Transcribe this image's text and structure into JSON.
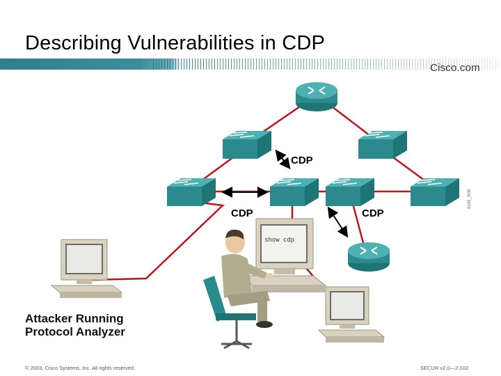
{
  "slide": {
    "title": "Describing Vulnerabilities in CDP",
    "brand": "Cisco.com",
    "footer_left": "© 2003, Cisco Systems, Inc. All rights reserved.",
    "footer_right": "SECUR v2.0—2-102"
  },
  "diagram": {
    "labels": {
      "cdp_top": "CDP",
      "cdp_left": "CDP",
      "cdp_right": "CDP",
      "screen_text": "show cdp",
      "attacker_line1": "Attacker Running",
      "attacker_line2": "Protocol Analyzer",
      "figure_id": "9105_3/06"
    },
    "colors": {
      "device_teal": "#2a8a8c",
      "device_top": "#3aa3a4",
      "link_red": "#c0141c",
      "pc_beige": "#d8d2bf"
    }
  }
}
